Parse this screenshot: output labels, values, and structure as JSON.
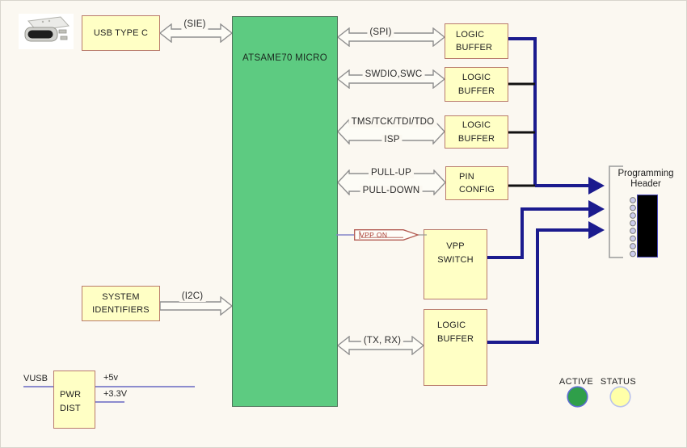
{
  "diagram": {
    "blocks": {
      "usb_type_c": {
        "label": "USB TYPE C"
      },
      "micro": {
        "line1": "ATSAME70",
        "line2": "MICRO"
      },
      "logic_buffer_spi": {
        "line1": "LOGIC",
        "line2": "BUFFER"
      },
      "logic_buffer_swd": {
        "line1": "LOGIC",
        "line2": "BUFFER"
      },
      "logic_buffer_jtag": {
        "line1": "LOGIC",
        "line2": "BUFFER"
      },
      "pin_config": {
        "line1": "PIN",
        "line2": "CONFIG"
      },
      "vpp_switch": {
        "line1": "VPP",
        "line2": "SWITCH"
      },
      "logic_buffer_uart": {
        "line1": "LOGIC",
        "line2": "BUFFER"
      },
      "system_identifiers": {
        "line1": "SYSTEM",
        "line2": "IDENTIFIERS"
      },
      "pwr_dist": {
        "line1": "PWR",
        "line2": "DIST"
      }
    },
    "buses": {
      "sie": "(SIE)",
      "spi": "(SPI)",
      "swd": "SWDIO,SWC",
      "jtag": "TMS/TCK/TDI/TDO",
      "isp": "ISP",
      "pull_up": "PULL-UP",
      "pull_down": "PULL-DOWN",
      "i2c": "(I2C)",
      "vpp_on": "VPP ON",
      "txrx": "(TX, RX)"
    },
    "programming_header": {
      "line1": "Programming",
      "line2": "Header",
      "pin_count": 8
    },
    "power": {
      "input": "VUSB",
      "rail1": "+5v",
      "rail2": "+3.3V"
    },
    "indicators": {
      "active_label": "ACTIVE",
      "status_label": "STATUS",
      "active_color": "#2f9f4a",
      "status_color": "#ffffa8"
    },
    "colors": {
      "block_fill": "#ffffc5",
      "block_border": "#b97b6b",
      "micro_fill": "#5dcb81",
      "bus_navy": "#1b1b8e",
      "power_line": "#7d7dc8",
      "vpp_flag_border": "#b25b52"
    }
  }
}
